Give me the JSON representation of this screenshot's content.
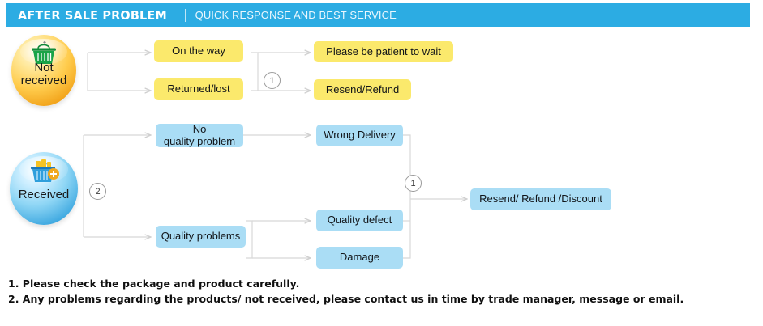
{
  "header": {
    "title": "AFTER SALE PROBLEM",
    "divider": "|",
    "subtitle": "QUICK RESPONSE AND BEST SERVICE",
    "background_color": "#2cace3",
    "title_color": "#ffffff"
  },
  "flow": {
    "statuses": [
      {
        "id": "not-received",
        "label": "Not\nreceived",
        "icon": "shopping-basket-icon",
        "color": "#f2a41c"
      },
      {
        "id": "received",
        "label": "Received",
        "icon": "shopping-basket-filled-icon",
        "color": "#3ea8e0"
      }
    ],
    "markers": [
      {
        "id": "marker-not-received-1",
        "label": "1"
      },
      {
        "id": "marker-received-2",
        "label": "2"
      },
      {
        "id": "marker-received-1",
        "label": "1"
      }
    ],
    "not_received": {
      "stage1": [
        {
          "label": "On the way",
          "color": "#fbe96c"
        },
        {
          "label": "Returned/lost",
          "color": "#fbe96c"
        }
      ],
      "stage2": [
        {
          "label": "Please be patient to wait",
          "color": "#fbe96c"
        },
        {
          "label": "Resend/Refund",
          "color": "#fbe96c"
        }
      ]
    },
    "received": {
      "stage1": [
        {
          "label": "No\nquality problem",
          "color": "#aaddf5"
        },
        {
          "label": "Quality problems",
          "color": "#aaddf5"
        }
      ],
      "stage2": [
        {
          "label": "Wrong Delivery",
          "color": "#aaddf5"
        },
        {
          "label": "Quality defect",
          "color": "#aaddf5"
        },
        {
          "label": "Damage",
          "color": "#aaddf5"
        }
      ],
      "stage3": [
        {
          "label": "Resend/ Refund /Discount",
          "color": "#aaddf5"
        }
      ]
    }
  },
  "notes": [
    "1. Please check the package and product carefully.",
    "2. Any problems regarding the products/ not received, please contact us in time by trade manager, message or email."
  ]
}
